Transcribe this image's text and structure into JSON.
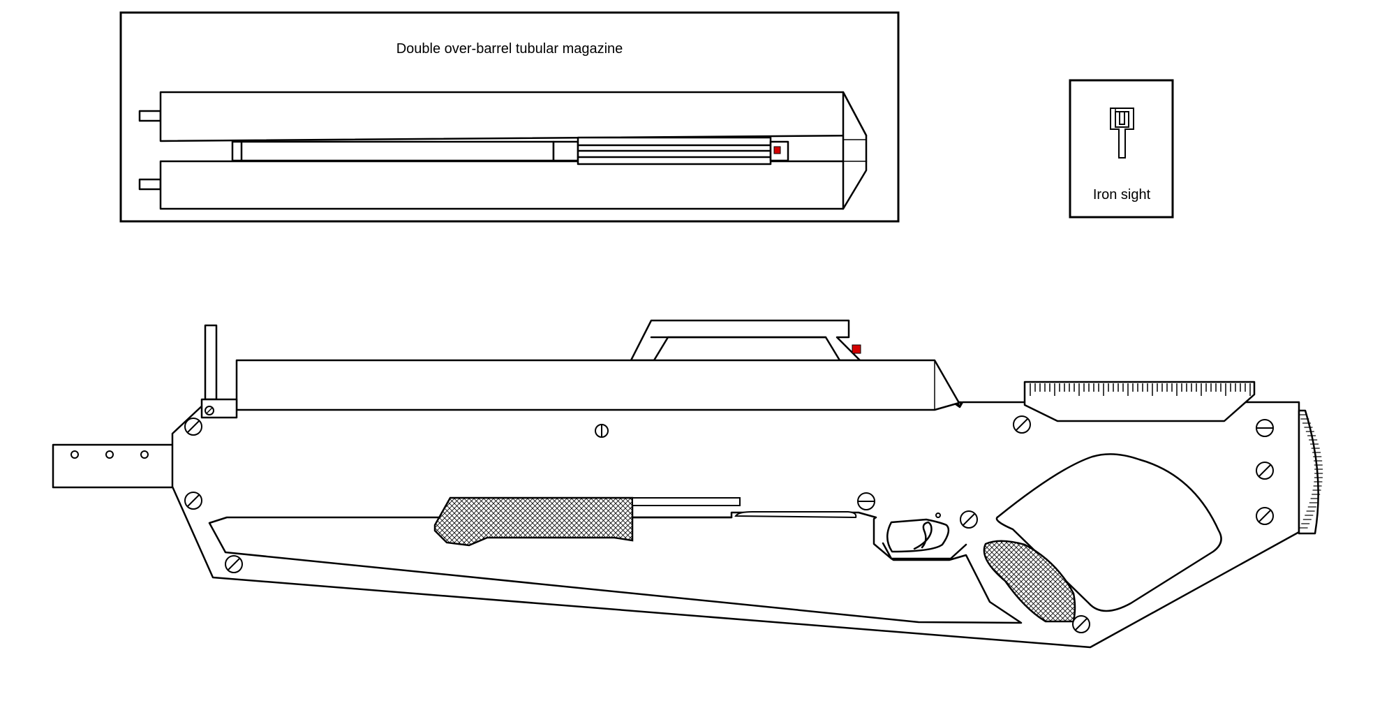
{
  "panels": {
    "magazine": {
      "label": "Double over-barrel tubular magazine"
    },
    "iron_sight": {
      "label": "Iron sight"
    }
  },
  "colors": {
    "line": "#000000",
    "background": "#ffffff",
    "accent_red": "#d40000"
  },
  "icons": {
    "screw": "screw-icon",
    "knurl": "crosshatch-pattern"
  }
}
